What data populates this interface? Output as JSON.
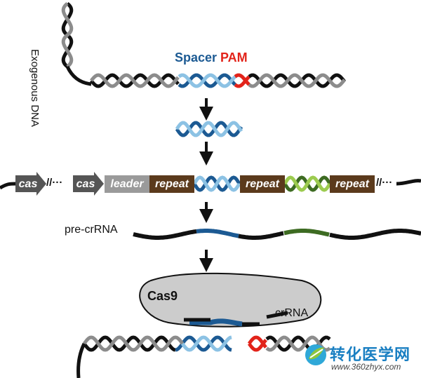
{
  "labels": {
    "exogenous_dna": "Exogenous DNA",
    "spacer": "Spacer",
    "pam": "PAM",
    "pre_crrna": "pre-crRNA",
    "cas9": "Cas9",
    "crrna": "crRNA"
  },
  "locus": {
    "cas_gene_1": "cas",
    "cas_gene_2": "cas",
    "break_mark": "//···",
    "leader": "leader",
    "repeat_1": "repeat",
    "repeat_2": "repeat",
    "repeat_3": "repeat"
  },
  "watermark": {
    "name": "转化医学网",
    "url": "www.360zhyx.com"
  },
  "colors": {
    "dna_black": "#111111",
    "dna_gray": "#8c8c8c",
    "spacer_dark_blue": "#1c5a93",
    "spacer_light_blue": "#8cc2e4",
    "pam_red": "#e2231a",
    "repeat_brown": "#5b3a1c",
    "leader_gray": "#9a9a9a",
    "cas_gray": "#555555",
    "new_spacer_dark_green": "#3d6b22",
    "new_spacer_light_green": "#9ccb4f",
    "cas9_fill": "#cccccc"
  }
}
